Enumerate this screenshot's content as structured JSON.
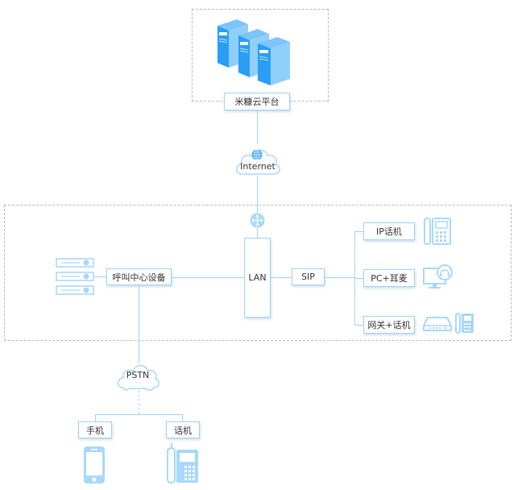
{
  "nodes": {
    "cloud_platform": "米糠云平台",
    "internet": "Internet",
    "call_center": "呼叫中心设备",
    "lan": "LAN",
    "sip": "SIP",
    "ip_phone": "IP话机",
    "pc_headset": "PC+耳麦",
    "gateway_phone": "网关+话机",
    "pstn": "PSTN",
    "mobile": "手机",
    "telephone": "话机"
  },
  "colors": {
    "accent": "#9fd3f3",
    "server_blue": "#2a9df4",
    "icon_light": "#a8d8fb",
    "dashed_border": "#b8b8b8"
  }
}
